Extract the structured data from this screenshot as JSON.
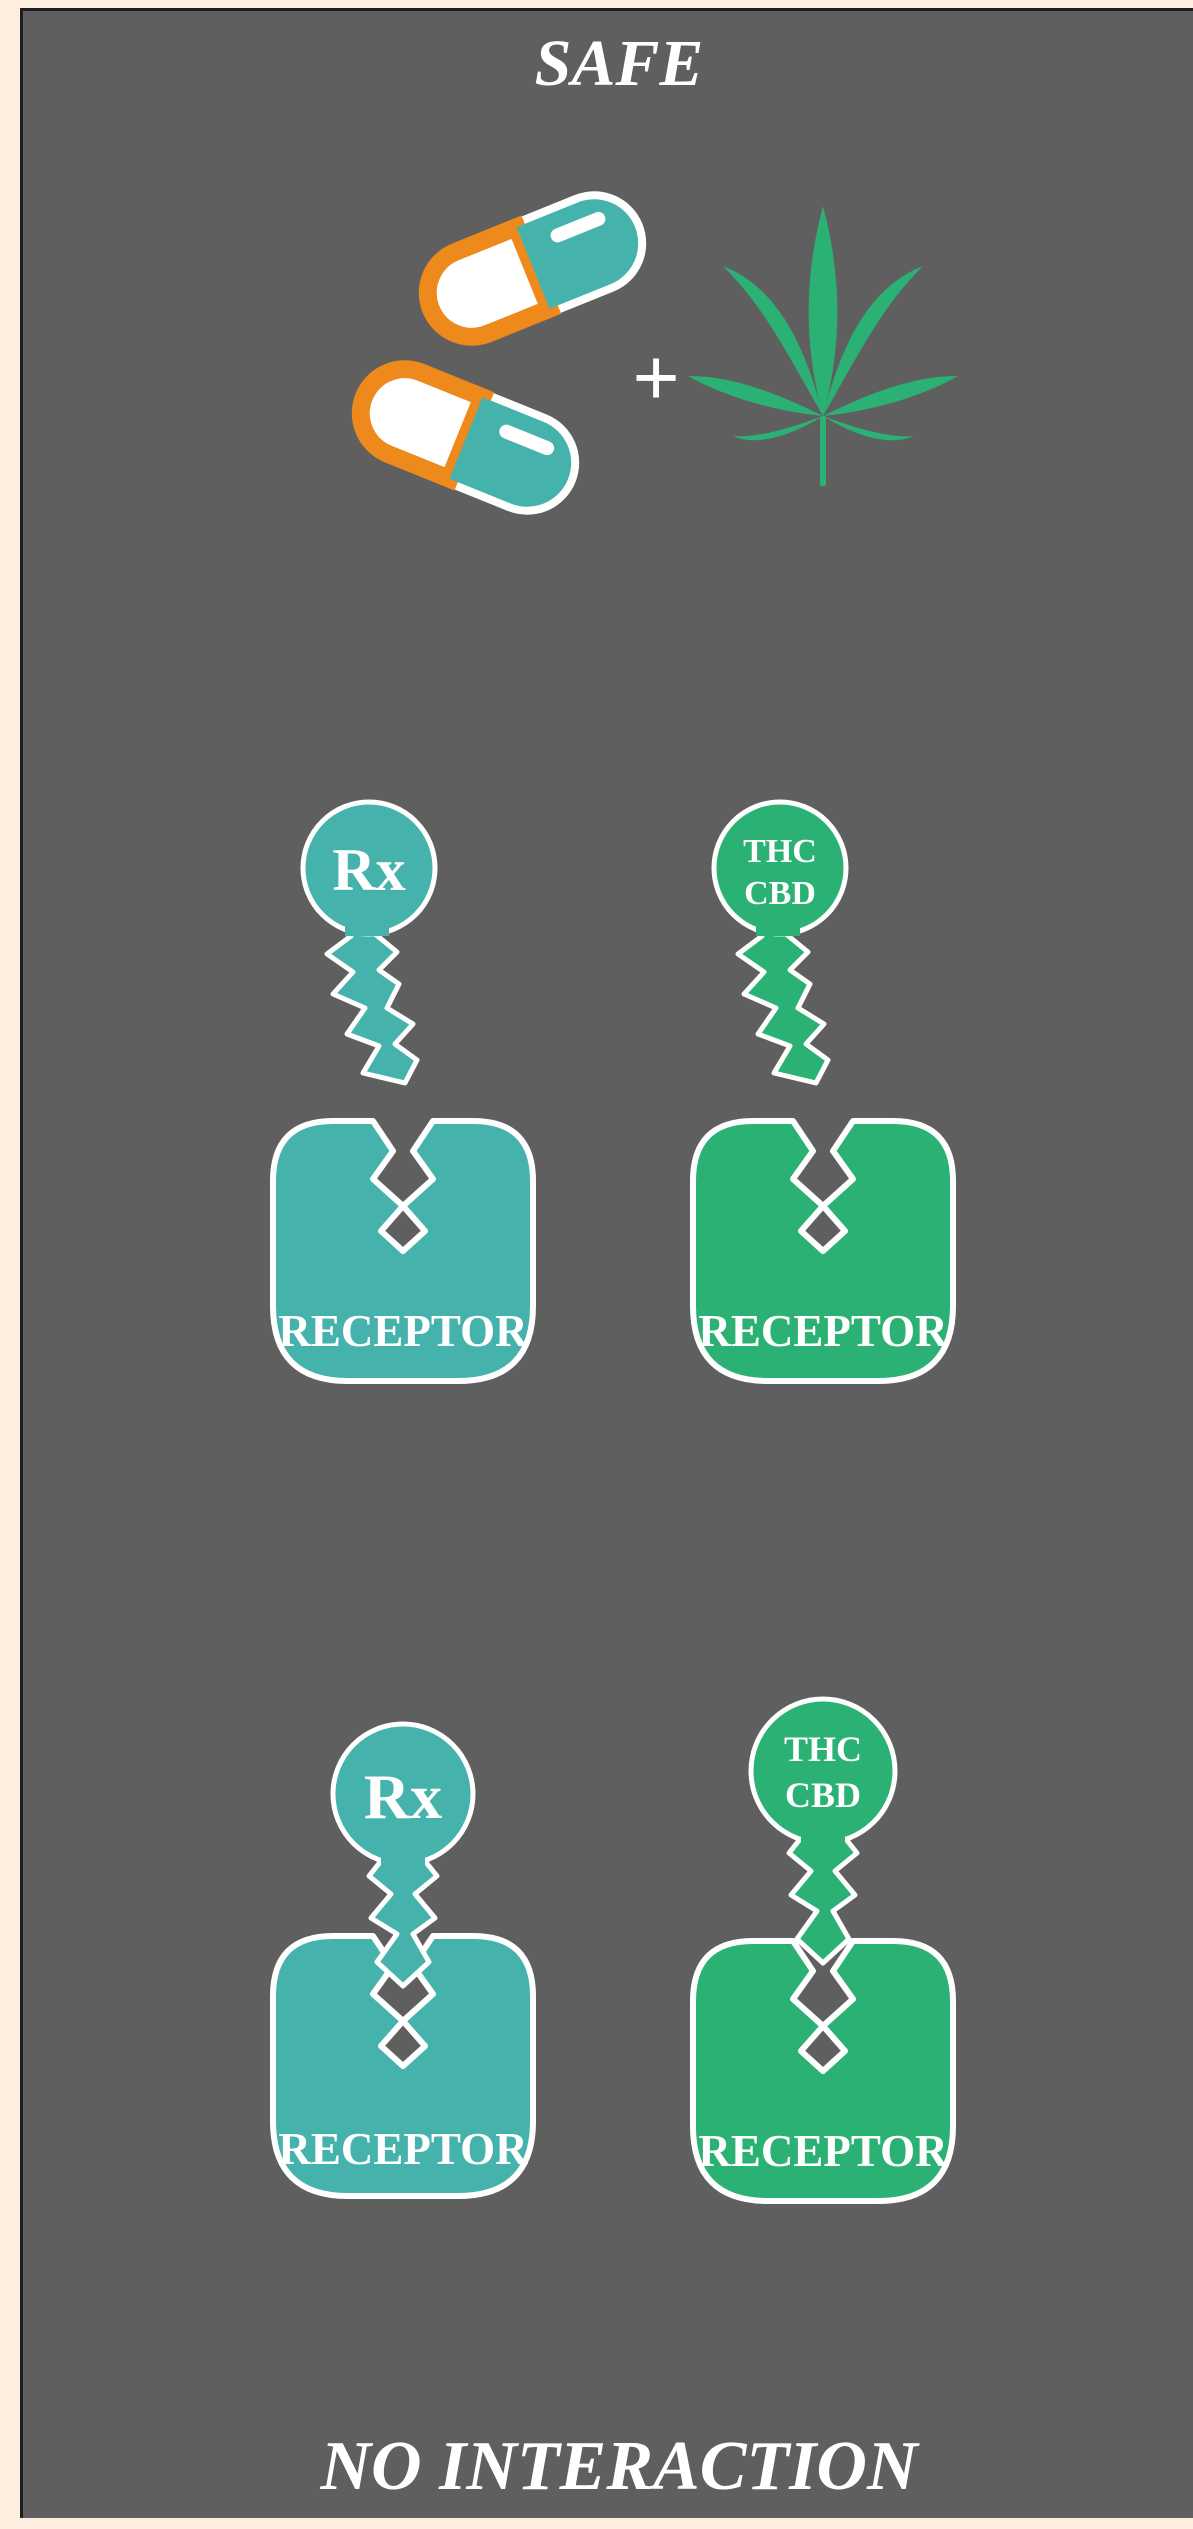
{
  "title_top": "SAFE",
  "title_bottom": "NO INTERACTION",
  "plus_sign": "+",
  "rx_label": "Rx",
  "cannabinoid_label_line1": "THC",
  "cannabinoid_label_line2": "CBD",
  "receptor_label": "RECEPTOR",
  "icons": {
    "pills": "pill-capsules-icon",
    "leaf": "cannabis-leaf-icon",
    "key": "key-icon",
    "receptor": "receptor-icon"
  },
  "colors": {
    "background": "#5f5f5f",
    "page": "#fdeee0",
    "teal": "#45b3ac",
    "green": "#2bb173",
    "orange": "#ee8a1b",
    "outline": "#ffffff"
  }
}
